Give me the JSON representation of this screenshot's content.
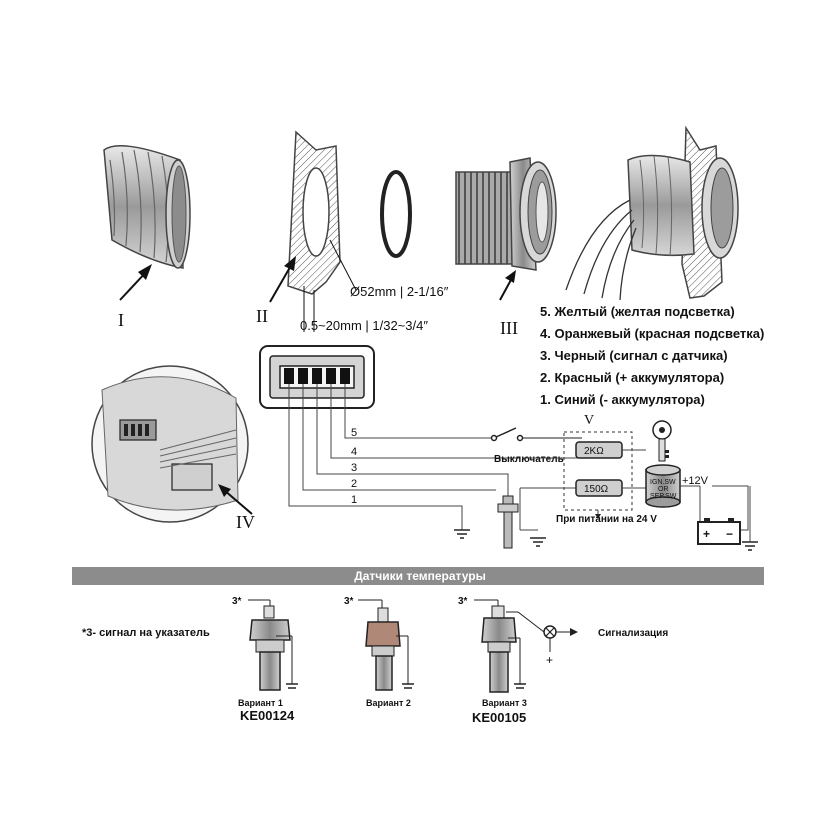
{
  "parts": {
    "roman_1": "I",
    "roman_2": "II",
    "roman_3": "III",
    "roman_4": "IV",
    "roman_5": "V"
  },
  "dimensions": {
    "diameter": "Ø52mm | 2-1/16″",
    "thickness": "0.5~20mm | 1/32~3/4″"
  },
  "wire_legend": [
    "5. Желтый (желтая подсветка)",
    "4. Оранжевый (красная подсветка)",
    "3. Черный (сигнал с датчика)",
    "2. Красный (+ аккумулятора)",
    "1. Синий (- аккумулятора)"
  ],
  "wire_numbers": [
    "5",
    "4",
    "3",
    "2",
    "1"
  ],
  "circuit": {
    "switch_label": "Выключатель",
    "resistor_1": "2KΩ",
    "resistor_2": "150Ω",
    "power_24v": "При питании на 24 V",
    "ign_line1": "IGN.SW",
    "ign_line2": "OR",
    "ign_line3": "SEP.SW",
    "voltage": "+12V"
  },
  "sensors": {
    "header": "Датчики температуры",
    "signal_note": "*3- сигнал на указатель",
    "pin_mark": "3*",
    "variant_1": "Вариант 1",
    "variant_2": "Вариант 2",
    "variant_3": "Вариант 3",
    "code_1": "KE00124",
    "code_3": "KE00105",
    "alarm_label": "Сигнализация",
    "plus": "+"
  },
  "colors": {
    "header_bar": "#8c8c8c",
    "ink": "#111111",
    "metal": "#b9b9b9"
  }
}
